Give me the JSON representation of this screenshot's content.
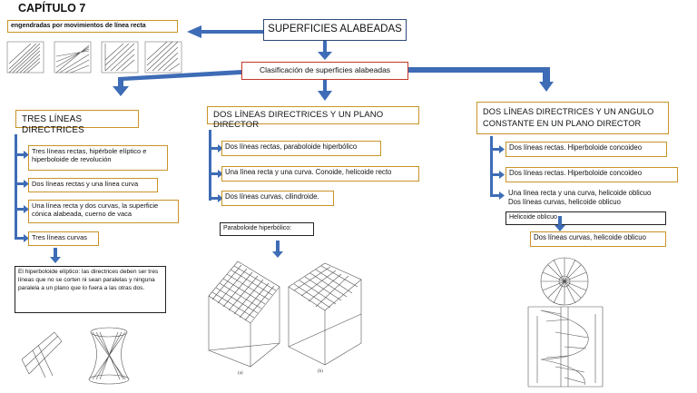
{
  "chapter": "CAPÍTULO 7",
  "main_title": "SUPERFICIES ALABEADAS",
  "movements_caption": "engendradas por movimientos de línea recta",
  "classification": "Clasificación de superficies alabeadas",
  "col1": {
    "header": "TRES LÍNEAS DIRECTRICES",
    "items": [
      "Tres líneas rectas, hipérbole elíptico e hiperboloide de revolución",
      "Dos líneas rectas y una línea curva",
      "Una línea recta y dos curvas, la superficie cónica alabeada, cuerno de vaca",
      "Tres líneas curvas"
    ],
    "note": "El hiperboloide elíptico: las directrices deben ser tres líneas que no se corten ni sean paralelas y ninguna paralela a un plano que lo fuera a las otras dos."
  },
  "col2": {
    "header": "DOS LÍNEAS DIRECTRICES Y UN PLANO DIRECTOR",
    "items": [
      "Dos líneas rectas, paraboloide hiperbólico",
      "Una línea recta y una curva. Conoide, helicoide recto",
      "Dos líneas curvas, cilindroide."
    ],
    "figure_caption": "Paraboloide hiperbólico:",
    "figure_labels": [
      "(a)",
      "(b)"
    ]
  },
  "col3": {
    "header": "DOS LÍNEAS DIRECTRICES Y UN ANGULO CONSTANTE EN UN PLANO DIRECTOR",
    "items": [
      "Dos líneas rectas. Hiperboloide concoideo",
      "Dos líneas rectas. Hiperboloide concoideo",
      "Una línea recta y una curva, helicoide oblicuo",
      "Dos líneas curvas, helicoide oblicuo"
    ],
    "sub_box": "Helicoide oblicuo",
    "bottom_item": "Dos líneas curvas, helicoide oblicuo"
  },
  "colors": {
    "arrow": "#3e6cb6",
    "orange_border": "#c99428",
    "red_border": "#c0392b",
    "navy_border": "#2d4a7a"
  }
}
